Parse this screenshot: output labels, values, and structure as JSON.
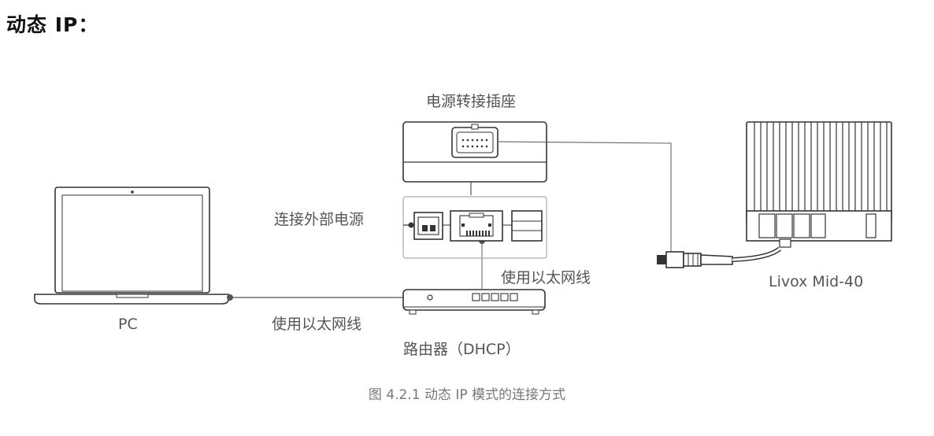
{
  "heading": "动态 IP：",
  "labels": {
    "power_adapter": "电源转接插座",
    "external_power": "连接外部电源",
    "ethernet_cable_right": "使用以太网线",
    "ethernet_cable_left": "使用以太网线",
    "pc": "PC",
    "router": "路由器（DHCP）",
    "lidar": "Livox Mid-40"
  },
  "caption": "图 4.2.1 动态 IP 模式的连接方式"
}
